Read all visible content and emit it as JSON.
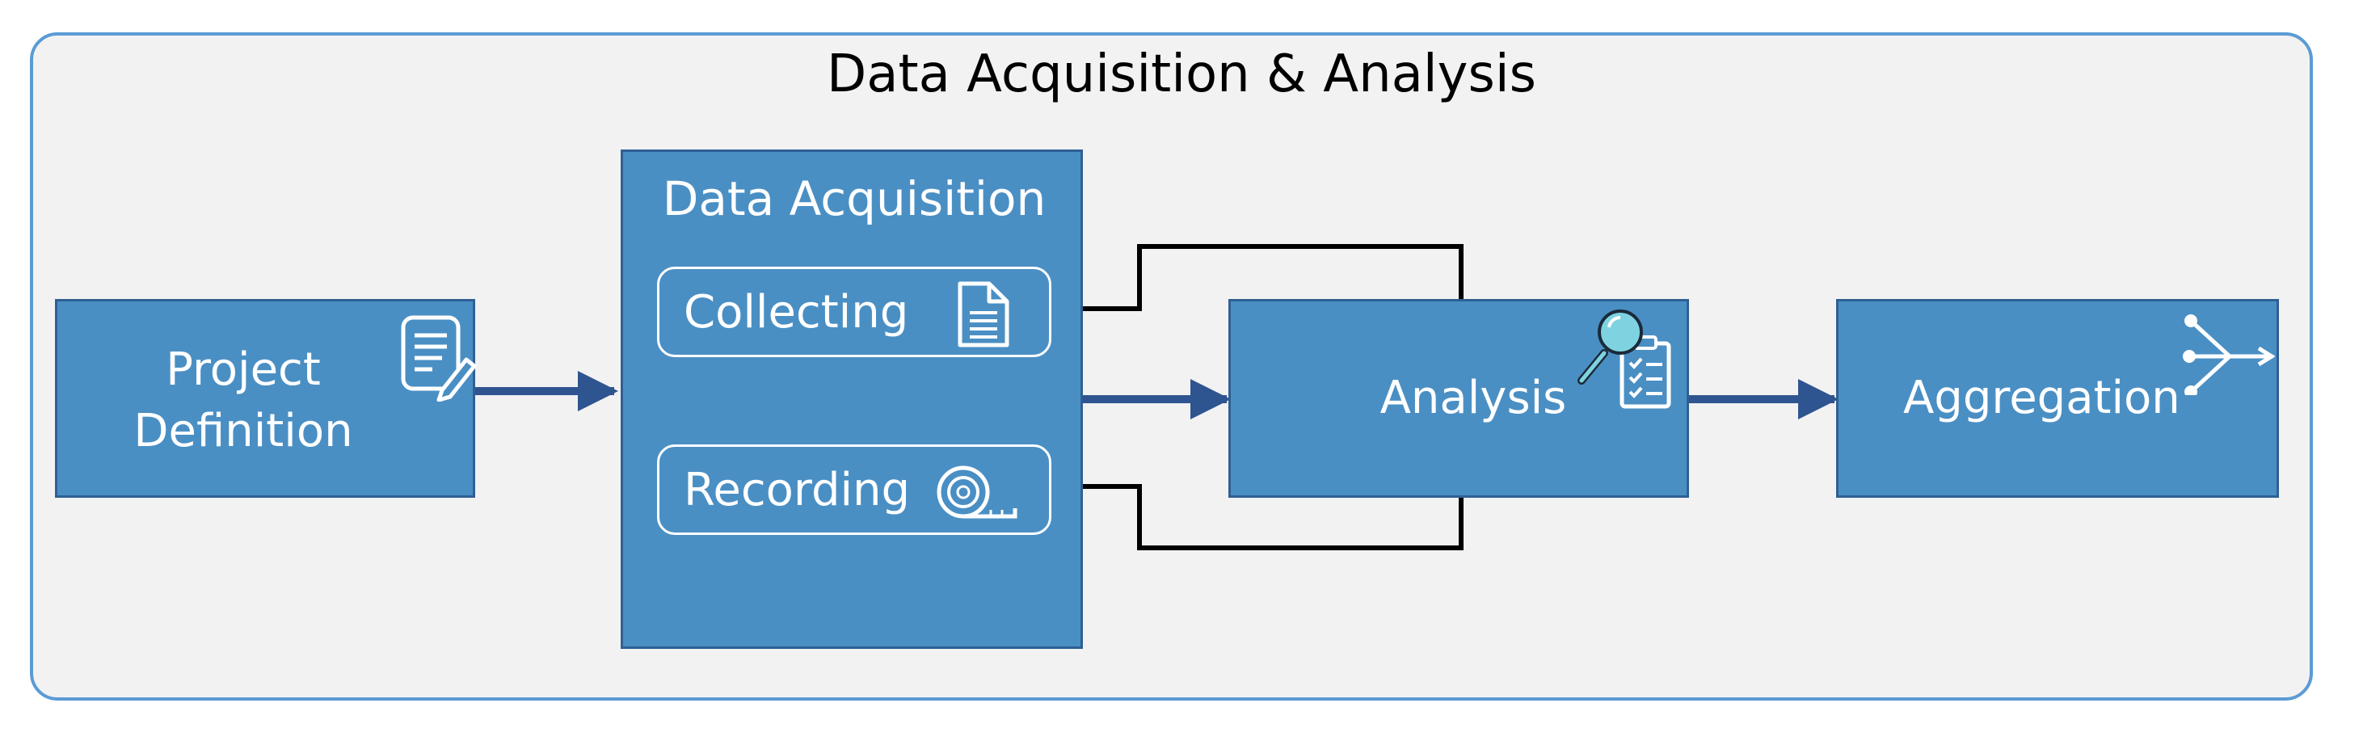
{
  "diagram": {
    "title": "Data Acquisition & Analysis",
    "nodes": {
      "project_definition": {
        "line1": "Project",
        "line2": "Definition",
        "icon": "document-edit-icon"
      },
      "data_acquisition": {
        "label": "Data Acquisition",
        "collecting": {
          "label": "Collecting",
          "icon": "document-icon"
        },
        "recording": {
          "label": "Recording",
          "icon": "tape-measure-icon"
        }
      },
      "analysis": {
        "label": "Analysis",
        "icon": "magnifier-checklist-icon"
      },
      "aggregation": {
        "label": "Aggregation",
        "icon": "branch-arrows-icon"
      }
    },
    "edges": [
      {
        "from": "Project Definition",
        "to": "Data Acquisition"
      },
      {
        "from": "Data Acquisition",
        "to": "Analysis"
      },
      {
        "from": "Analysis",
        "to": "Collecting"
      },
      {
        "from": "Analysis",
        "to": "Recording"
      },
      {
        "from": "Analysis",
        "to": "Aggregation"
      }
    ],
    "colors": {
      "frame_fill": "#f2f2f2",
      "frame_border": "#5b9bd5",
      "box_fill": "#4a8fc4",
      "box_border": "#2f5f94",
      "thick_arrow": "#2f5590",
      "feedback_arrow": "#000000",
      "text_on_box": "#ffffff"
    }
  }
}
